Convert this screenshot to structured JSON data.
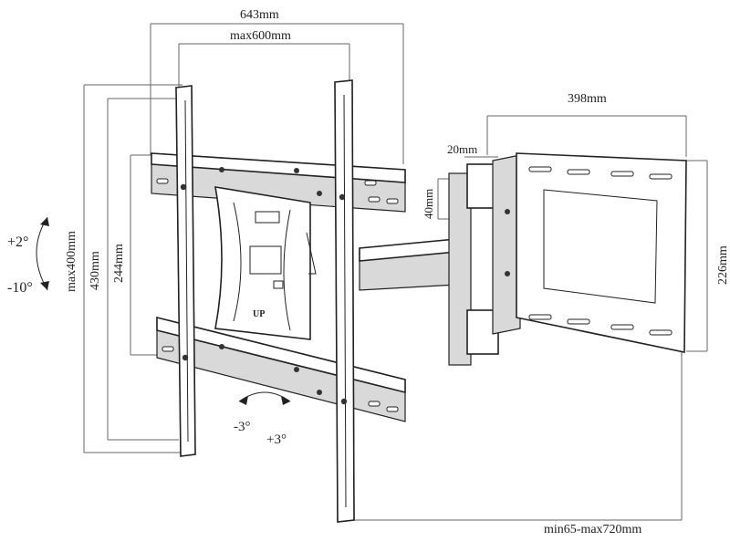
{
  "diagram": {
    "dimensions": {
      "overall_width": "643mm",
      "max_vesa_width": "max600mm",
      "arm_length": "398mm",
      "plate_offset": "20mm",
      "plate_height_small": "40mm",
      "max_vesa_height": "max400mm",
      "overall_height": "430mm",
      "bracket_height": "244mm",
      "wall_plate_height": "226mm",
      "extension": "min65-max720mm"
    },
    "tilt": {
      "up": "+2°",
      "down": "-10°"
    },
    "swivel": {
      "left": "-3°",
      "right": "+3°"
    },
    "badge": "UP"
  }
}
